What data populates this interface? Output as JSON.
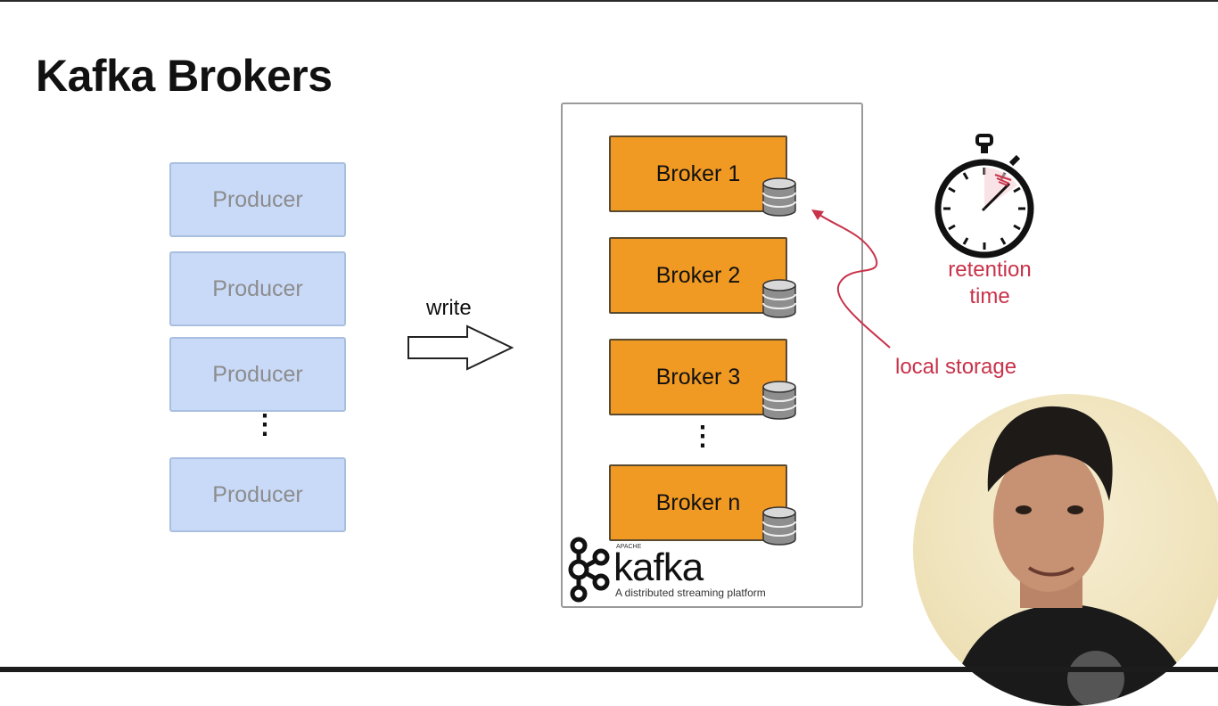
{
  "slide": {
    "title": "Kafka Brokers"
  },
  "producers": [
    {
      "label": "Producer"
    },
    {
      "label": "Producer"
    },
    {
      "label": "Producer"
    },
    {
      "label": "Producer"
    }
  ],
  "write_label": "write",
  "brokers": [
    {
      "label": "Broker 1"
    },
    {
      "label": "Broker 2"
    },
    {
      "label": "Broker 3"
    },
    {
      "label": "Broker n"
    }
  ],
  "logo": {
    "apache": "APACHE",
    "name": "kafka",
    "tagline": "A distributed streaming platform"
  },
  "annotations": {
    "retention": "retention time",
    "local_storage": "local storage"
  },
  "icons": {
    "database": "database-icon",
    "stopwatch": "stopwatch-icon",
    "arrow": "right-arrow-icon"
  },
  "colors": {
    "producer_fill": "#c9daf8",
    "broker_fill": "#f19a23",
    "annotation": "#c8324a"
  }
}
